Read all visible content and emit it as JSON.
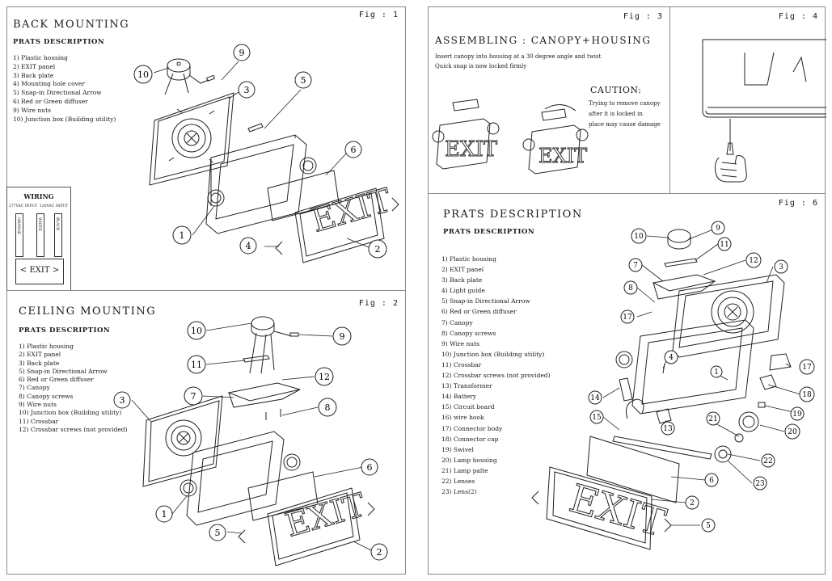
{
  "fig1": {
    "fig_label": "Fig : 1",
    "title": "BACK MOUNTING",
    "subtitle": "PRATS DESCRIPTION",
    "parts": [
      "1) Plastic housing",
      "2) EXIT panel",
      "3) Back plate",
      "4) Mounting hole cover",
      "5) Snap-in Directional Arrow",
      "6) Red or Green diffuser",
      "9) Wire nuts",
      "10) Junction box (Building utility)"
    ],
    "callouts": [
      "1",
      "2",
      "3",
      "4",
      "5",
      "6",
      "9",
      "10"
    ],
    "wiring": {
      "title": "WIRING",
      "label_left": "277VAC INPUT",
      "label_right": "120VAC INPUT",
      "wires": [
        "ORANGE",
        "WHITE",
        "BLACK"
      ],
      "exit_text": "< EXIT >"
    },
    "panel_text": "EXIT"
  },
  "fig2": {
    "fig_label": "Fig : 2",
    "title": "CEILING MOUNTING",
    "subtitle": "PRATS DESCRIPTION",
    "parts": [
      "1) Plastic housing",
      "2) EXIT panel",
      "3) Back plate",
      "5) Snap-in Directional Arrow",
      "6) Red or Green diffuser",
      "7) Canopy",
      "8) Canopy screws",
      "9) Wire nuts",
      "10) Junction box (Building utility)",
      "11) Crossbar",
      "12) Crossbar screws (not provided)"
    ],
    "callouts": [
      "1",
      "2",
      "3",
      "5",
      "6",
      "7",
      "8",
      "9",
      "10",
      "11",
      "12"
    ],
    "panel_text": "EXIT"
  },
  "fig3": {
    "fig_label": "Fig : 3",
    "title": "ASSEMBLING : CANOPY+HOUSING",
    "lines": [
      "Insert canopy into housing at a 30 degree angle and twist",
      "Quick snap is now locked firmly"
    ],
    "caution_title": "CAUTION:",
    "caution_lines": [
      "Trying to remove canopy",
      "after it is locked in",
      "place may cause damage"
    ],
    "panel_text": "EXIT"
  },
  "fig4": {
    "fig_label": "Fig : 4"
  },
  "fig6": {
    "fig_label": "Fig : 6",
    "title": "PRATS DESCRIPTION",
    "subtitle": "PRATS DESCRIPTION",
    "parts": [
      "1) Plastic housing",
      "2) EXIT panel",
      "3) Back plate",
      "4) Light guide",
      "5) Snap-in Directional Arrow",
      "6) Red or Green diffuser",
      "7) Canopy",
      "8) Canopy screws",
      "9) Wire nuts",
      "10) Junction box (Building utility)",
      "11) Crossbar",
      "12) Crossbar screws (not provided)",
      "13) Transformer",
      "14) Battery",
      "15) Circuit board",
      "16) wire hook",
      "17) Connector body",
      "18) Connector cap",
      "19) Swivel",
      "20) Lamp housing",
      "21) Lamp palte",
      "22) Lenses",
      "23) Lens(2)"
    ],
    "callouts": [
      "1",
      "2",
      "3",
      "4",
      "5",
      "6",
      "7",
      "8",
      "9",
      "10",
      "11",
      "12",
      "13",
      "14",
      "15",
      "17",
      "17",
      "18",
      "19",
      "20",
      "21",
      "22",
      "23"
    ],
    "panel_text": "EXIT"
  }
}
